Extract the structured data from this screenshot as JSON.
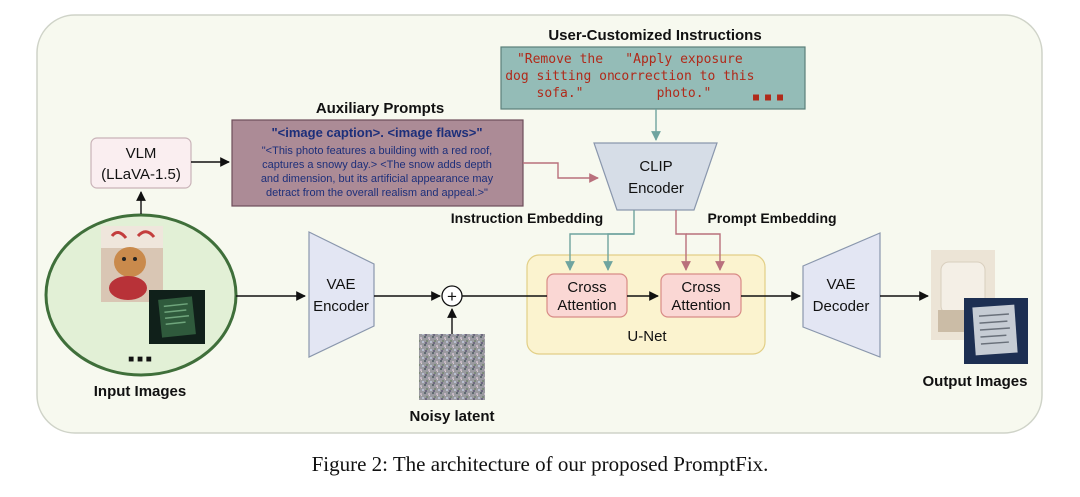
{
  "diagram": {
    "user_instructions_title": "User-Customized Instructions",
    "instruction_1": [
      "\"Remove the",
      "dog sitting on",
      "sofa.\""
    ],
    "instruction_2": [
      "\"Apply exposure",
      "correction to this",
      "photo.\""
    ],
    "instruction_more": "■ ■ ■",
    "aux_title": "Auxiliary Prompts",
    "aux_header": "\"<image caption>. <image flaws>\"",
    "aux_body": [
      "\"<This photo features a building with a red roof,",
      "captures a snowy day.> <The snow adds depth",
      "and dimension, but its artificial appearance may",
      "detract from the overall realism and appeal.>\""
    ],
    "vlm": [
      "VLM",
      "(LLaVA-1.5)"
    ],
    "clip": [
      "CLIP",
      "Encoder"
    ],
    "instruction_embedding": "Instruction Embedding",
    "prompt_embedding": "Prompt Embedding",
    "vae_encoder": [
      "VAE",
      "Encoder"
    ],
    "vae_decoder": [
      "VAE",
      "Decoder"
    ],
    "cross_attention": [
      "Cross",
      "Attention"
    ],
    "unet": "U-Net",
    "add_symbol": "+",
    "noisy_latent": "Noisy latent",
    "input_images": "Input Images",
    "input_more": "■ ■ ■",
    "output_images": "Output Images"
  },
  "caption": "Figure 2: The architecture of our proposed PromptFix.",
  "colors": {
    "frame_bg": "#f7f9ef",
    "input_circle": "#e2f0d6",
    "input_circle_stroke": "#3f6f3a",
    "instruction_box": "#94bcb7",
    "aux_box": "#ac8b96",
    "clip_fill": "#d6dde7",
    "vae_fill": "#e3e6f3",
    "unet_fill": "#fbf3cf",
    "cross_fill": "#fad7d4",
    "teal_arrow": "#6fa49f",
    "rose_arrow": "#b9707c"
  }
}
